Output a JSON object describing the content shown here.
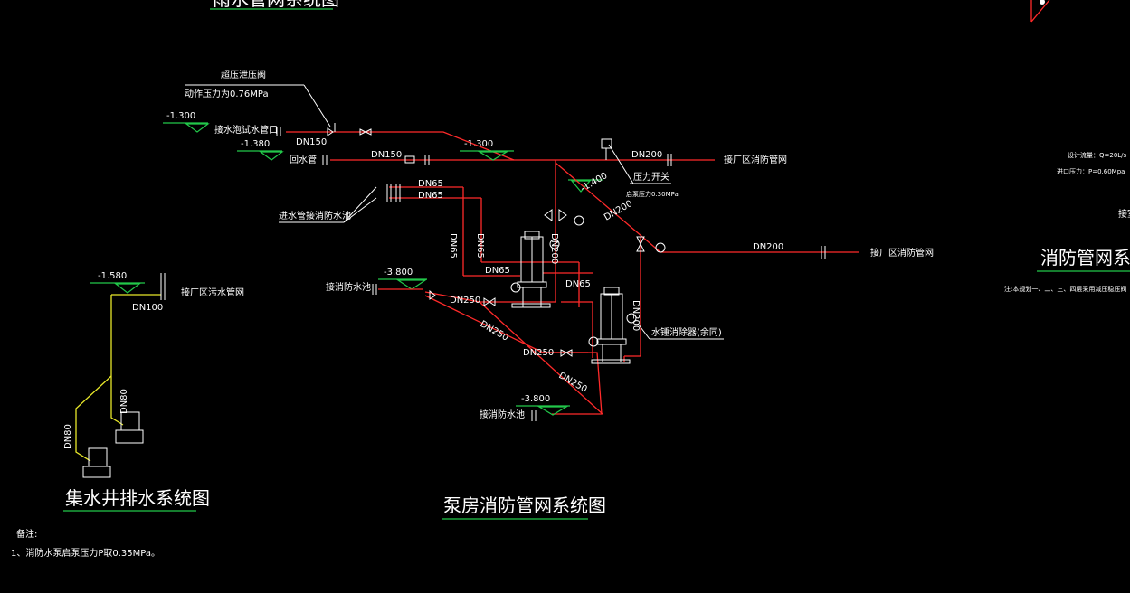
{
  "titles": {
    "top_cut": "雨水管网系统图",
    "sump": "集水井排水系统图",
    "pump_room": "泵房消防管网系统图",
    "right_cut": "消防管网系统"
  },
  "notes": {
    "heading": "备注:",
    "line1": "1、消防水泵启泵压力P取0.35MPa。"
  },
  "right_panel": {
    "flow": "设计流量：Q=20L/s",
    "pressure": "进口压力：P=0.60Mpa",
    "cut_text": "接室",
    "note": "注:本规划一、二、三、四层采用减压稳压阀",
    "colors": {
      "text": "#ffffff"
    }
  },
  "labels": {
    "relief_valve": "超压泄压阀",
    "action_pressure": "动作压力为0.76MPa",
    "elev1": "-1.300",
    "test_outlet": "接水泡试水管口",
    "elev2": "-1.380",
    "return_pipe": "回水管",
    "dn150_a": "DN150",
    "dn150_b": "DN150",
    "elev3": "-1.300",
    "dn200_top": "DN200",
    "to_plant_net1": "接厂区消防管网",
    "pressure_switch": "压力开关",
    "set_pressure": "启泵压力0.30MPa",
    "elev4": "-1.400",
    "dn200_diag": "DN200",
    "dn200_mid": "DN200",
    "to_plant_net2": "接厂区消防管网",
    "dn65_1": "DN65",
    "dn65_2": "DN65",
    "inlet_to_pool": "进水管接消防水池",
    "dn65_v1": "DN65",
    "dn65_v2": "DN65",
    "dn65_h1": "DN65",
    "dn65_h2": "DN65",
    "dn200_v1": "DN200",
    "dn200_v2": "DN200",
    "hammer": "水锤消除器(余同)",
    "elev5": "-3.800",
    "to_pool1": "接消防水池",
    "dn250_1": "DN250",
    "dn250_diag1": "DN250",
    "dn250_2": "DN250",
    "dn250_diag2": "DN250",
    "elev6": "-3.800",
    "to_pool2": "接消防水池",
    "elev7": "-1.580",
    "to_sewer": "接厂区污水管网",
    "dn100": "DN100",
    "dn80_1": "DN80",
    "dn80_2": "DN80"
  },
  "colors": {
    "pipe_fire": "#ff2a2a",
    "pipe_drain": "#e8e82a",
    "elevation": "#22c84a",
    "text": "#ffffff",
    "background": "#000000"
  }
}
